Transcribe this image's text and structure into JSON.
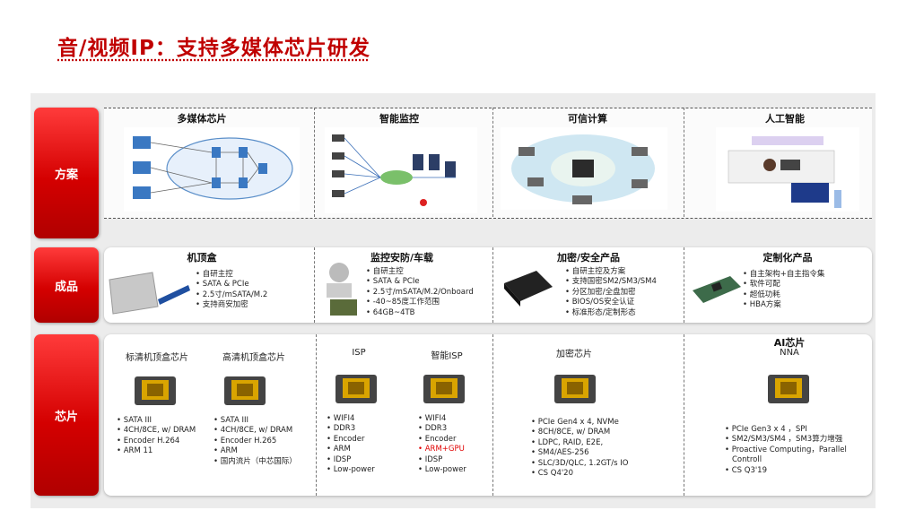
{
  "page_title": "音/视频IP：支持多媒体芯片研发",
  "rows": {
    "solution": "方案",
    "product": "成品",
    "chip": "芯片"
  },
  "solutions": [
    "多媒体芯片",
    "智能监控",
    "可信计算",
    "人工智能"
  ],
  "products": [
    {
      "title": "机顶盒",
      "bullets": [
        "自研主控",
        "SATA & PCIe",
        "2.5寸/mSATA/M.2",
        "支持商安加密"
      ]
    },
    {
      "title": "监控安防/车载",
      "bullets": [
        "自研主控",
        "SATA & PCIe",
        "2.5寸/mSATA/M.2/Onboard",
        "-40~85度工作范围",
        "64GB~4TB"
      ]
    },
    {
      "title": "加密/安全产品",
      "bullets": [
        "自研主控及方案",
        "支持国密SM2/SM3/SM4",
        "分区加密/全盘加密",
        "BIOS/OS安全认证",
        "标准形态/定制形态"
      ]
    },
    {
      "title": "定制化产品",
      "bullets": [
        "自主架构+自主指令集",
        "软件可配",
        "超低功耗",
        "HBA方案"
      ]
    }
  ],
  "chips": [
    {
      "label": "标清机顶盒芯片",
      "bullets": [
        "SATA III",
        "4CH/8CE, w/ DRAM",
        "Encoder H.264",
        "ARM 11"
      ]
    },
    {
      "label": "高清机顶盒芯片",
      "bullets": [
        "SATA III",
        "4CH/8CE, w/ DRAM",
        "Encoder H.265",
        "ARM",
        "国内流片（中芯国际）"
      ]
    },
    {
      "label": "ISP",
      "bullets": [
        "WIFI4",
        "DDR3",
        "Encoder",
        "ARM",
        "IDSP",
        "Low-power"
      ]
    },
    {
      "label": "智能ISP",
      "bullets": [
        "WIFI4",
        "DDR3",
        "Encoder",
        "ARM+GPU",
        "IDSP",
        "Low-power"
      ]
    },
    {
      "label": "加密芯片",
      "bullets": [
        "PCIe Gen4 x 4, NVMe",
        "8CH/8CE, w/ DRAM",
        "LDPC, RAID, E2E,",
        "SM4/AES-256",
        "SLC/3D/QLC, 1.2GT/s IO",
        "CS Q4'20"
      ]
    },
    {
      "label": "AI芯片",
      "sublabel": "NNA",
      "bullets": [
        "PCIe Gen3 x 4 ，SPI",
        "SM2/SM3/SM4 ，SM3算力增强",
        "Proactive Computing，Parallel",
        "Controll",
        "CS Q3'19"
      ]
    }
  ],
  "colors": {
    "accent_red": "#c00000",
    "tab_red": "#e00000",
    "chip_gold": "#d9a400"
  }
}
